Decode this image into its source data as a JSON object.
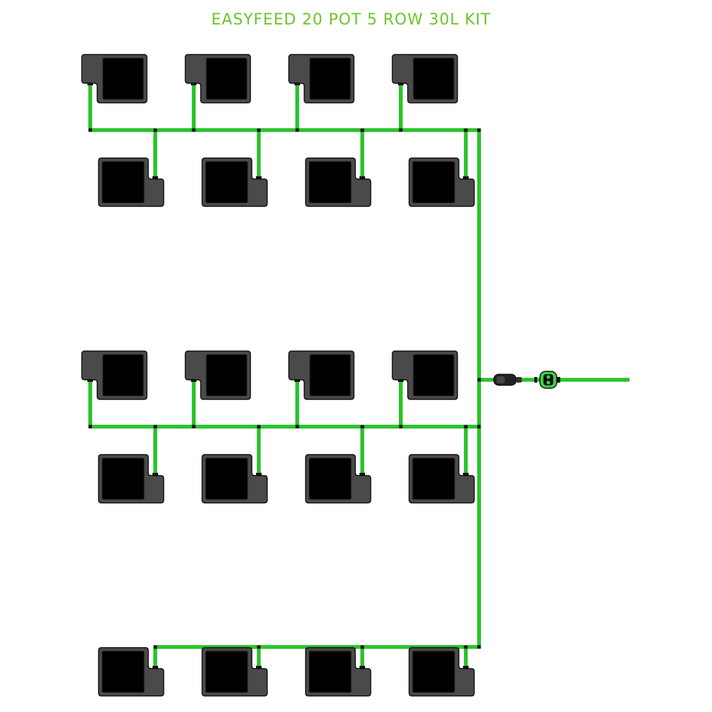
{
  "title": "EASYFEED 20 POT 5 ROW 30L KIT",
  "colors": {
    "title": "#6bc52a",
    "tube": "#1ed21e",
    "tube_outline": "#0a8a0a",
    "pot_tray": "#4a4a4a",
    "pot_outline": "#111111",
    "pot_body": "#000000",
    "connector": "#111111",
    "valve_green": "#3fd03f"
  },
  "components": {
    "pot_count": 20,
    "row_count": 5,
    "pots_per_row": 4,
    "reservoir_litres": 30,
    "icons": [
      "pot-icon",
      "tap-connector-icon",
      "control-valve-icon",
      "feed-line"
    ]
  }
}
